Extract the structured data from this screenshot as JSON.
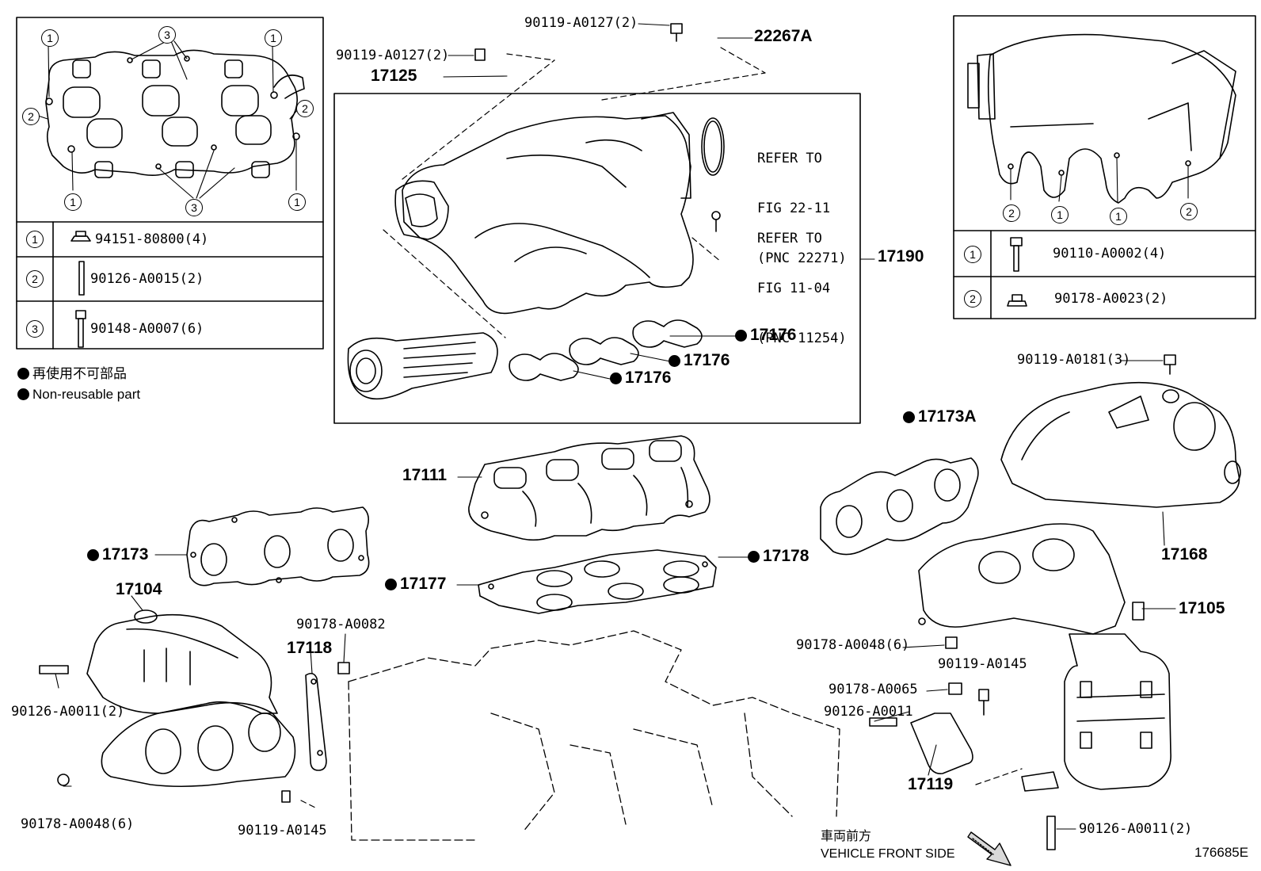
{
  "diagram_id": "176685E",
  "legend": {
    "non_reusable_jp": "再使用不可部品",
    "non_reusable_en": "Non-reusable part"
  },
  "vehicle_front": {
    "jp": "車両前方",
    "en": "VEHICLE FRONT SIDE"
  },
  "left_inset": {
    "markers": {
      "m1": "1",
      "m2": "2",
      "m3": "3"
    },
    "rows": [
      {
        "marker": "1",
        "part": "94151-80800(4)"
      },
      {
        "marker": "2",
        "part": "90126-A0015(2)"
      },
      {
        "marker": "3",
        "part": "90148-A0007(6)"
      }
    ]
  },
  "right_inset": {
    "rows": [
      {
        "marker": "1",
        "part": "90110-A0002(4)"
      },
      {
        "marker": "2",
        "part": "90178-A0023(2)"
      }
    ]
  },
  "refer": {
    "r1_line1": "REFER TO",
    "r1_line2": "FIG 22-11",
    "r1_line3": "(PNC 22271)",
    "r2_line1": "REFER TO",
    "r2_line2": "FIG 11-04",
    "r2_line3": "(PNC 11254)"
  },
  "parts": {
    "p90119_A0127_a": "90119-A0127(2)",
    "p90119_A0127_b": "90119-A0127(2)",
    "p22267A": "22267A",
    "p17125": "17125",
    "p17190": "17190",
    "p17176_a": "17176",
    "p17176_b": "17176",
    "p17176_c": "17176",
    "p90119_A0181": "90119-A0181(3)",
    "p17173A": "17173A",
    "p17111": "17111",
    "p17168": "17168",
    "p17173": "17173",
    "p17178": "17178",
    "p17177": "17177",
    "p17104": "17104",
    "p17105": "17105",
    "p90178_A0082": "90178-A0082",
    "p17118": "17118",
    "p90178_A0048_r": "90178-A0048(6)",
    "p90119_A0145_r": "90119-A0145",
    "p90178_A0065": "90178-A0065",
    "p90126_A0011_r": "90126-A0011",
    "p17119": "17119",
    "p90126_A0011_l": "90126-A0011(2)",
    "p90178_A0048_l": "90178-A0048(6)",
    "p90119_A0145_l": "90119-A0145",
    "p90126_A0011_b": "90126-A0011(2)"
  }
}
